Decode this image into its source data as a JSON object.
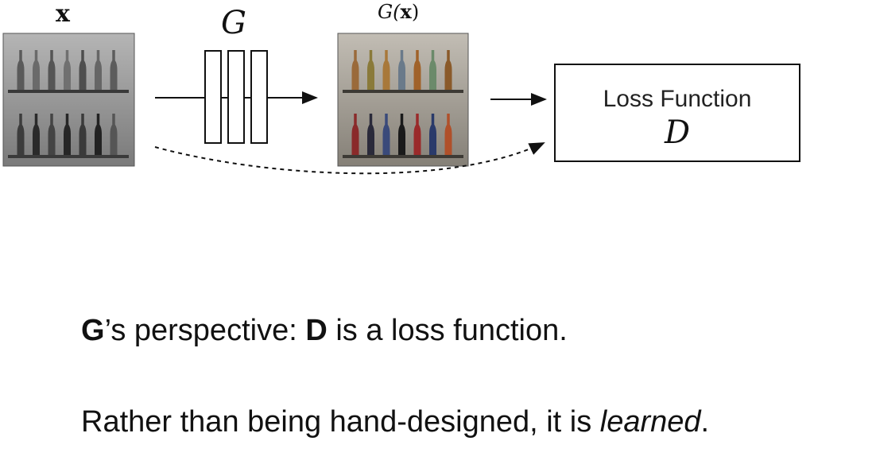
{
  "diagram": {
    "input_label": "x",
    "generator_label": "G",
    "output_label_prefix": "G(",
    "output_label_var": "x",
    "output_label_suffix": ")",
    "loss_box": {
      "label": "Loss Function",
      "symbol": "D"
    },
    "input_image": {
      "description": "grayscale photo of bottles on two shelves"
    },
    "output_image": {
      "description": "colorized photo of bottles on two shelves"
    }
  },
  "captions": {
    "line1": {
      "part1": "G",
      "part2": "’s perspective: ",
      "part3": "D",
      "part4": " is a loss function."
    },
    "line2": {
      "part1": "Rather than being hand-designed, it is ",
      "part2": "learned",
      "part3": "."
    }
  },
  "colors": {
    "ink": "#111111",
    "shelf_bg_gray": "#8a8a8a",
    "shelf_bg_color": "#9a9690"
  }
}
